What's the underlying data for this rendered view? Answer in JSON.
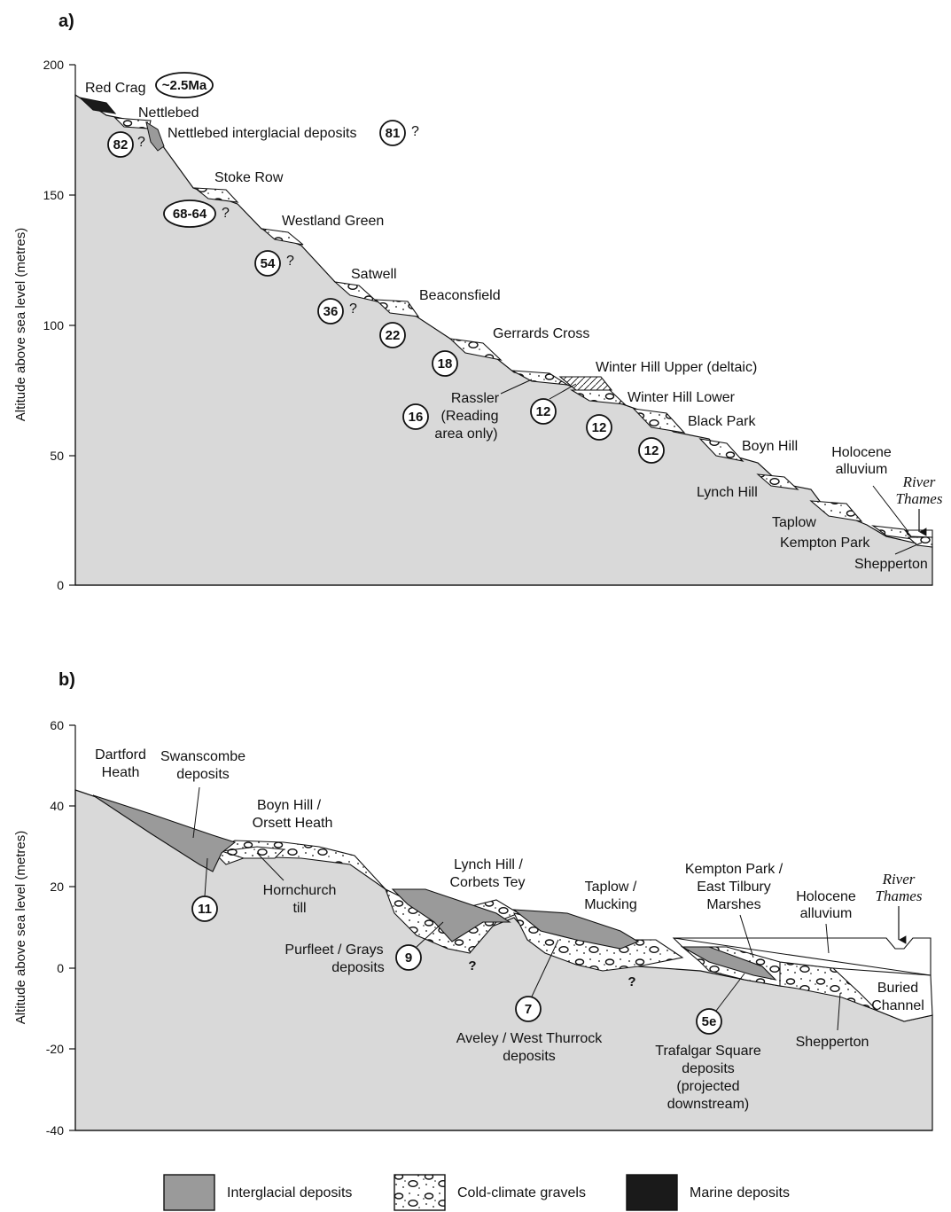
{
  "panel_a": {
    "label": "a)",
    "y_axis_label": "Altitude above sea level (metres)",
    "y_ticks": [
      "200",
      "150",
      "100",
      "50",
      "0"
    ],
    "terraces": {
      "red_crag": "Red Crag",
      "nettlebed": "Nettlebed",
      "nettlebed_interglacial": "Nettlebed interglacial deposits",
      "stoke_row": "Stoke Row",
      "westland_green": "Westland Green",
      "satwell": "Satwell",
      "beaconsfield": "Beaconsfield",
      "gerrards_cross": "Gerrards Cross",
      "winter_hill_upper": "Winter Hill Upper (deltaic)",
      "winter_hill_lower": "Winter Hill Lower",
      "rassler_1": "Rassler",
      "rassler_2": "(Reading",
      "rassler_3": "area only)",
      "black_park": "Black Park",
      "boyn_hill": "Boyn Hill",
      "lynch_hill": "Lynch Hill",
      "holocene_1": "Holocene",
      "holocene_2": "alluvium",
      "river_1": "River",
      "river_2": "Thames",
      "taplow": "Taplow",
      "kempton_park": "Kempton Park",
      "shepperton": "Shepperton"
    },
    "badges": {
      "age_ma": "~2.5Ma",
      "mis_82": "82",
      "mis_81": "81",
      "mis_68_64": "68-64",
      "mis_54": "54",
      "mis_36": "36",
      "mis_22": "22",
      "mis_18": "18",
      "mis_16": "16",
      "mis_12a": "12",
      "mis_12b": "12",
      "mis_12c": "12"
    },
    "query": "?"
  },
  "panel_b": {
    "label": "b)",
    "y_axis_label": "Altitude above sea level (metres)",
    "y_ticks": [
      "60",
      "40",
      "20",
      "0",
      "-20",
      "-40"
    ],
    "terraces": {
      "dartford_1": "Dartford",
      "dartford_2": "Heath",
      "swanscombe_1": "Swanscombe",
      "swanscombe_2": "deposits",
      "boyn_1": "Boyn Hill /",
      "boyn_2": "Orsett Heath",
      "hornchurch_1": "Hornchurch",
      "hornchurch_2": "till",
      "lynch_1": "Lynch Hill /",
      "lynch_2": "Corbets Tey",
      "purfleet_1": "Purfleet / Grays",
      "purfleet_2": "deposits",
      "taplow_1": "Taplow /",
      "taplow_2": "Mucking",
      "aveley_1": "Aveley / West Thurrock",
      "aveley_2": "deposits",
      "kempton_1": "Kempton Park /",
      "kempton_2": "East Tilbury",
      "kempton_3": "Marshes",
      "holocene_1": "Holocene",
      "holocene_2": "alluvium",
      "river_1": "River",
      "river_2": "Thames",
      "trafalgar_1": "Trafalgar Square",
      "trafalgar_2": "deposits",
      "trafalgar_3": "(projected",
      "trafalgar_4": "downstream)",
      "buried_1": "Buried",
      "buried_2": "Channel",
      "shepperton": "Shepperton"
    },
    "badges": {
      "mis_11": "11",
      "mis_9": "9",
      "mis_7": "7",
      "mis_5e": "5e"
    },
    "query": "?"
  },
  "legend": {
    "interglacial": "Interglacial deposits",
    "cold": "Cold-climate gravels",
    "marine": "Marine deposits"
  },
  "colors": {
    "bedrock": "#d9d9d9",
    "interglacial": "#9a9a9a",
    "marine": "#1a1a1a",
    "gravel": "#ffffff"
  }
}
